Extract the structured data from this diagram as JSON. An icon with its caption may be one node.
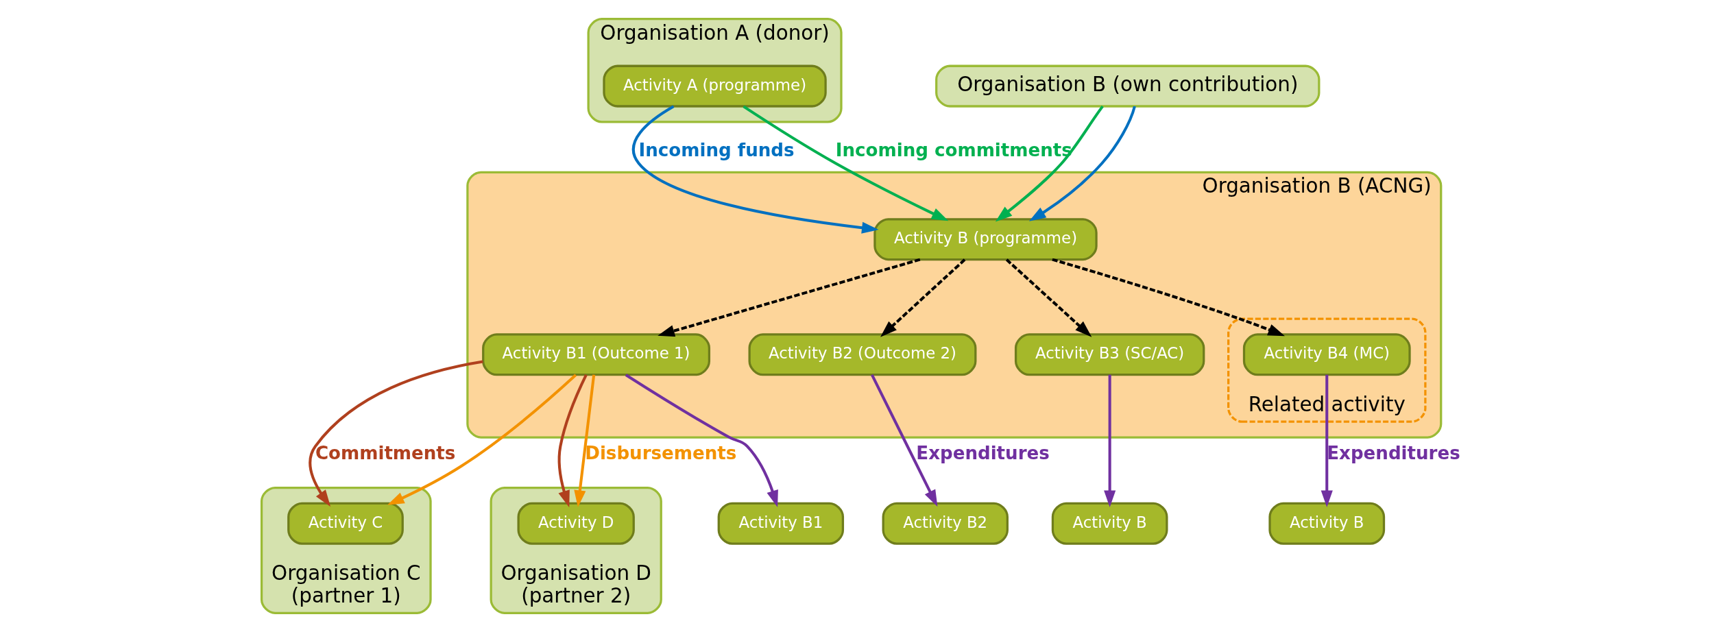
{
  "diagram": {
    "nodes": [
      {
        "text": [
          "Organisation A (donor)"
        ]
      },
      {
        "text": [
          "Activity A (programme)"
        ],
        "in": 0
      },
      {
        "text": [
          "Organisation B (own contribution)"
        ]
      },
      {
        "text": [
          "Organisation B (ACNG)"
        ]
      },
      {
        "text": [
          "Activity B (programme)"
        ],
        "in": 3
      },
      {
        "text": [
          "Activity B1 (Outcome 1)"
        ],
        "in": 3
      },
      {
        "text": [
          "Activity B2 (Outcome 2)"
        ],
        "in": 3
      },
      {
        "text": [
          "Activity B3 (SC/AC)"
        ],
        "in": 3
      },
      {
        "text": [
          "Related activity"
        ],
        "in": 3
      },
      {
        "text": [
          "Activity B4 (MC)"
        ],
        "in": 8
      },
      {
        "text": [
          "Organisation C (partner 1)"
        ]
      },
      {
        "text": [
          "Activity C"
        ],
        "in": 10
      },
      {
        "text": [
          "Organisation D (partner 2)"
        ]
      },
      {
        "text": [
          "Activity D"
        ],
        "in": 12
      },
      {
        "text": [
          "Activity B1"
        ]
      },
      {
        "text": [
          "Activity B2"
        ]
      },
      {
        "text": [
          "Activity B"
        ]
      },
      {
        "text": [
          "Activity B"
        ]
      }
    ],
    "edges": [
      {
        "from": 1,
        "to": 4,
        "arrow": "to",
        "label": "Incoming funds",
        "color": "#0070c0"
      },
      {
        "from": 1,
        "to": 4,
        "arrow": "to",
        "label": "Incoming commitments",
        "color": "#00b050"
      },
      {
        "from": 2,
        "to": 4,
        "arrow": "to",
        "color": "#00b050"
      },
      {
        "from": 2,
        "to": 4,
        "arrow": "to",
        "color": "#0070c0"
      },
      {
        "from": 4,
        "to": 5,
        "arrow": "to",
        "style": "dashed",
        "color": "#000000"
      },
      {
        "from": 4,
        "to": 6,
        "arrow": "to",
        "style": "dashed",
        "color": "#000000"
      },
      {
        "from": 4,
        "to": 7,
        "arrow": "to",
        "style": "dashed",
        "color": "#000000"
      },
      {
        "from": 4,
        "to": 9,
        "arrow": "to",
        "style": "dashed",
        "color": "#000000"
      },
      {
        "from": 5,
        "to": 11,
        "arrow": "to",
        "label": "Commitments",
        "color": "#b0401e"
      },
      {
        "from": 5,
        "to": 11,
        "arrow": "to",
        "color": "#f39200"
      },
      {
        "from": 5,
        "to": 13,
        "arrow": "to",
        "color": "#b0401e"
      },
      {
        "from": 5,
        "to": 13,
        "arrow": "to",
        "label": "Disbursements",
        "color": "#f39200"
      },
      {
        "from": 5,
        "to": 14,
        "arrow": "to",
        "color": "#7030a0"
      },
      {
        "from": 6,
        "to": 15,
        "arrow": "to",
        "label": "Expenditures",
        "color": "#7030a0"
      },
      {
        "from": 7,
        "to": 16,
        "arrow": "to",
        "color": "#7030a0"
      },
      {
        "from": 9,
        "to": 17,
        "arrow": "to",
        "label": "Expenditures",
        "color": "#7030a0"
      }
    ]
  }
}
